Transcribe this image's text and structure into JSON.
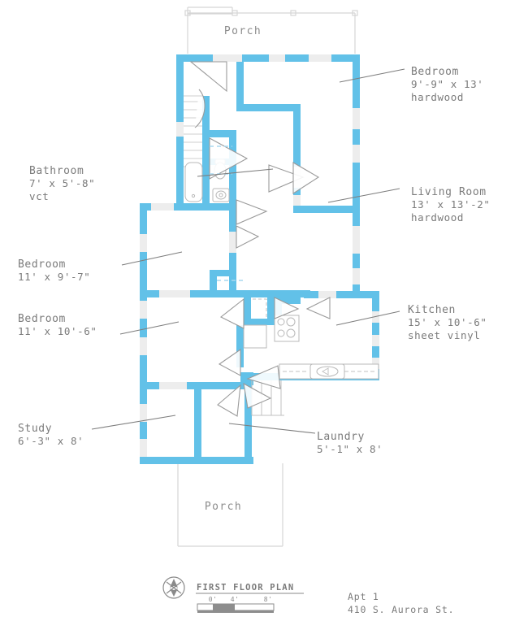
{
  "drawing": {
    "title": "FIRST FLOOR PLAN",
    "apartment": "Apt 1",
    "address": "410 S. Aurora St.",
    "north_arrow_icon": "compass-north-icon",
    "scale": {
      "ticks": [
        "0'",
        "4'",
        "8'"
      ],
      "unit": "feet"
    },
    "colors": {
      "wall": "#62c1e8",
      "wall_opening": "#ededed",
      "text": "#7b7b7b",
      "leader": "#7d7d7d",
      "porch_outline": "#d5d5d5",
      "background": "#ffffff"
    }
  },
  "unlabeled_spaces": [
    {
      "id": "porch-front",
      "name": "Porch"
    },
    {
      "id": "porch-rear",
      "name": "Porch"
    }
  ],
  "rooms": [
    {
      "id": "bedroom-front",
      "name": "Bedroom",
      "dimensions": "9'-9\" x 13'",
      "flooring": "hardwood"
    },
    {
      "id": "living-room",
      "name": "Living Room",
      "dimensions": "13' x 13'-2\"",
      "flooring": "hardwood"
    },
    {
      "id": "kitchen",
      "name": "Kitchen",
      "dimensions": "15' x 10'-6\"",
      "flooring": "sheet vinyl"
    },
    {
      "id": "bathroom",
      "name": "Bathroom",
      "dimensions": "7' x 5'-8\"",
      "flooring": "vct"
    },
    {
      "id": "bedroom-middle",
      "name": "Bedroom",
      "dimensions": "11' x 9'-7\"",
      "flooring": ""
    },
    {
      "id": "bedroom-lower",
      "name": "Bedroom",
      "dimensions": "11' x 10'-6\"",
      "flooring": ""
    },
    {
      "id": "study",
      "name": "Study",
      "dimensions": "6'-3\" x 8'",
      "flooring": ""
    },
    {
      "id": "laundry",
      "name": "Laundry",
      "dimensions": "5'-1\" x 8'",
      "flooring": ""
    }
  ],
  "fixtures": [
    {
      "id": "toilet",
      "name": "toilet-fixture"
    },
    {
      "id": "bathtub",
      "name": "bathtub-fixture"
    },
    {
      "id": "bath-sink",
      "name": "bathroom-sink-fixture"
    },
    {
      "id": "range",
      "name": "range-stove-fixture"
    },
    {
      "id": "kitchen-sink",
      "name": "kitchen-sink-fixture"
    },
    {
      "id": "stairs",
      "name": "staircase"
    },
    {
      "id": "counter",
      "name": "kitchen-counter"
    }
  ]
}
